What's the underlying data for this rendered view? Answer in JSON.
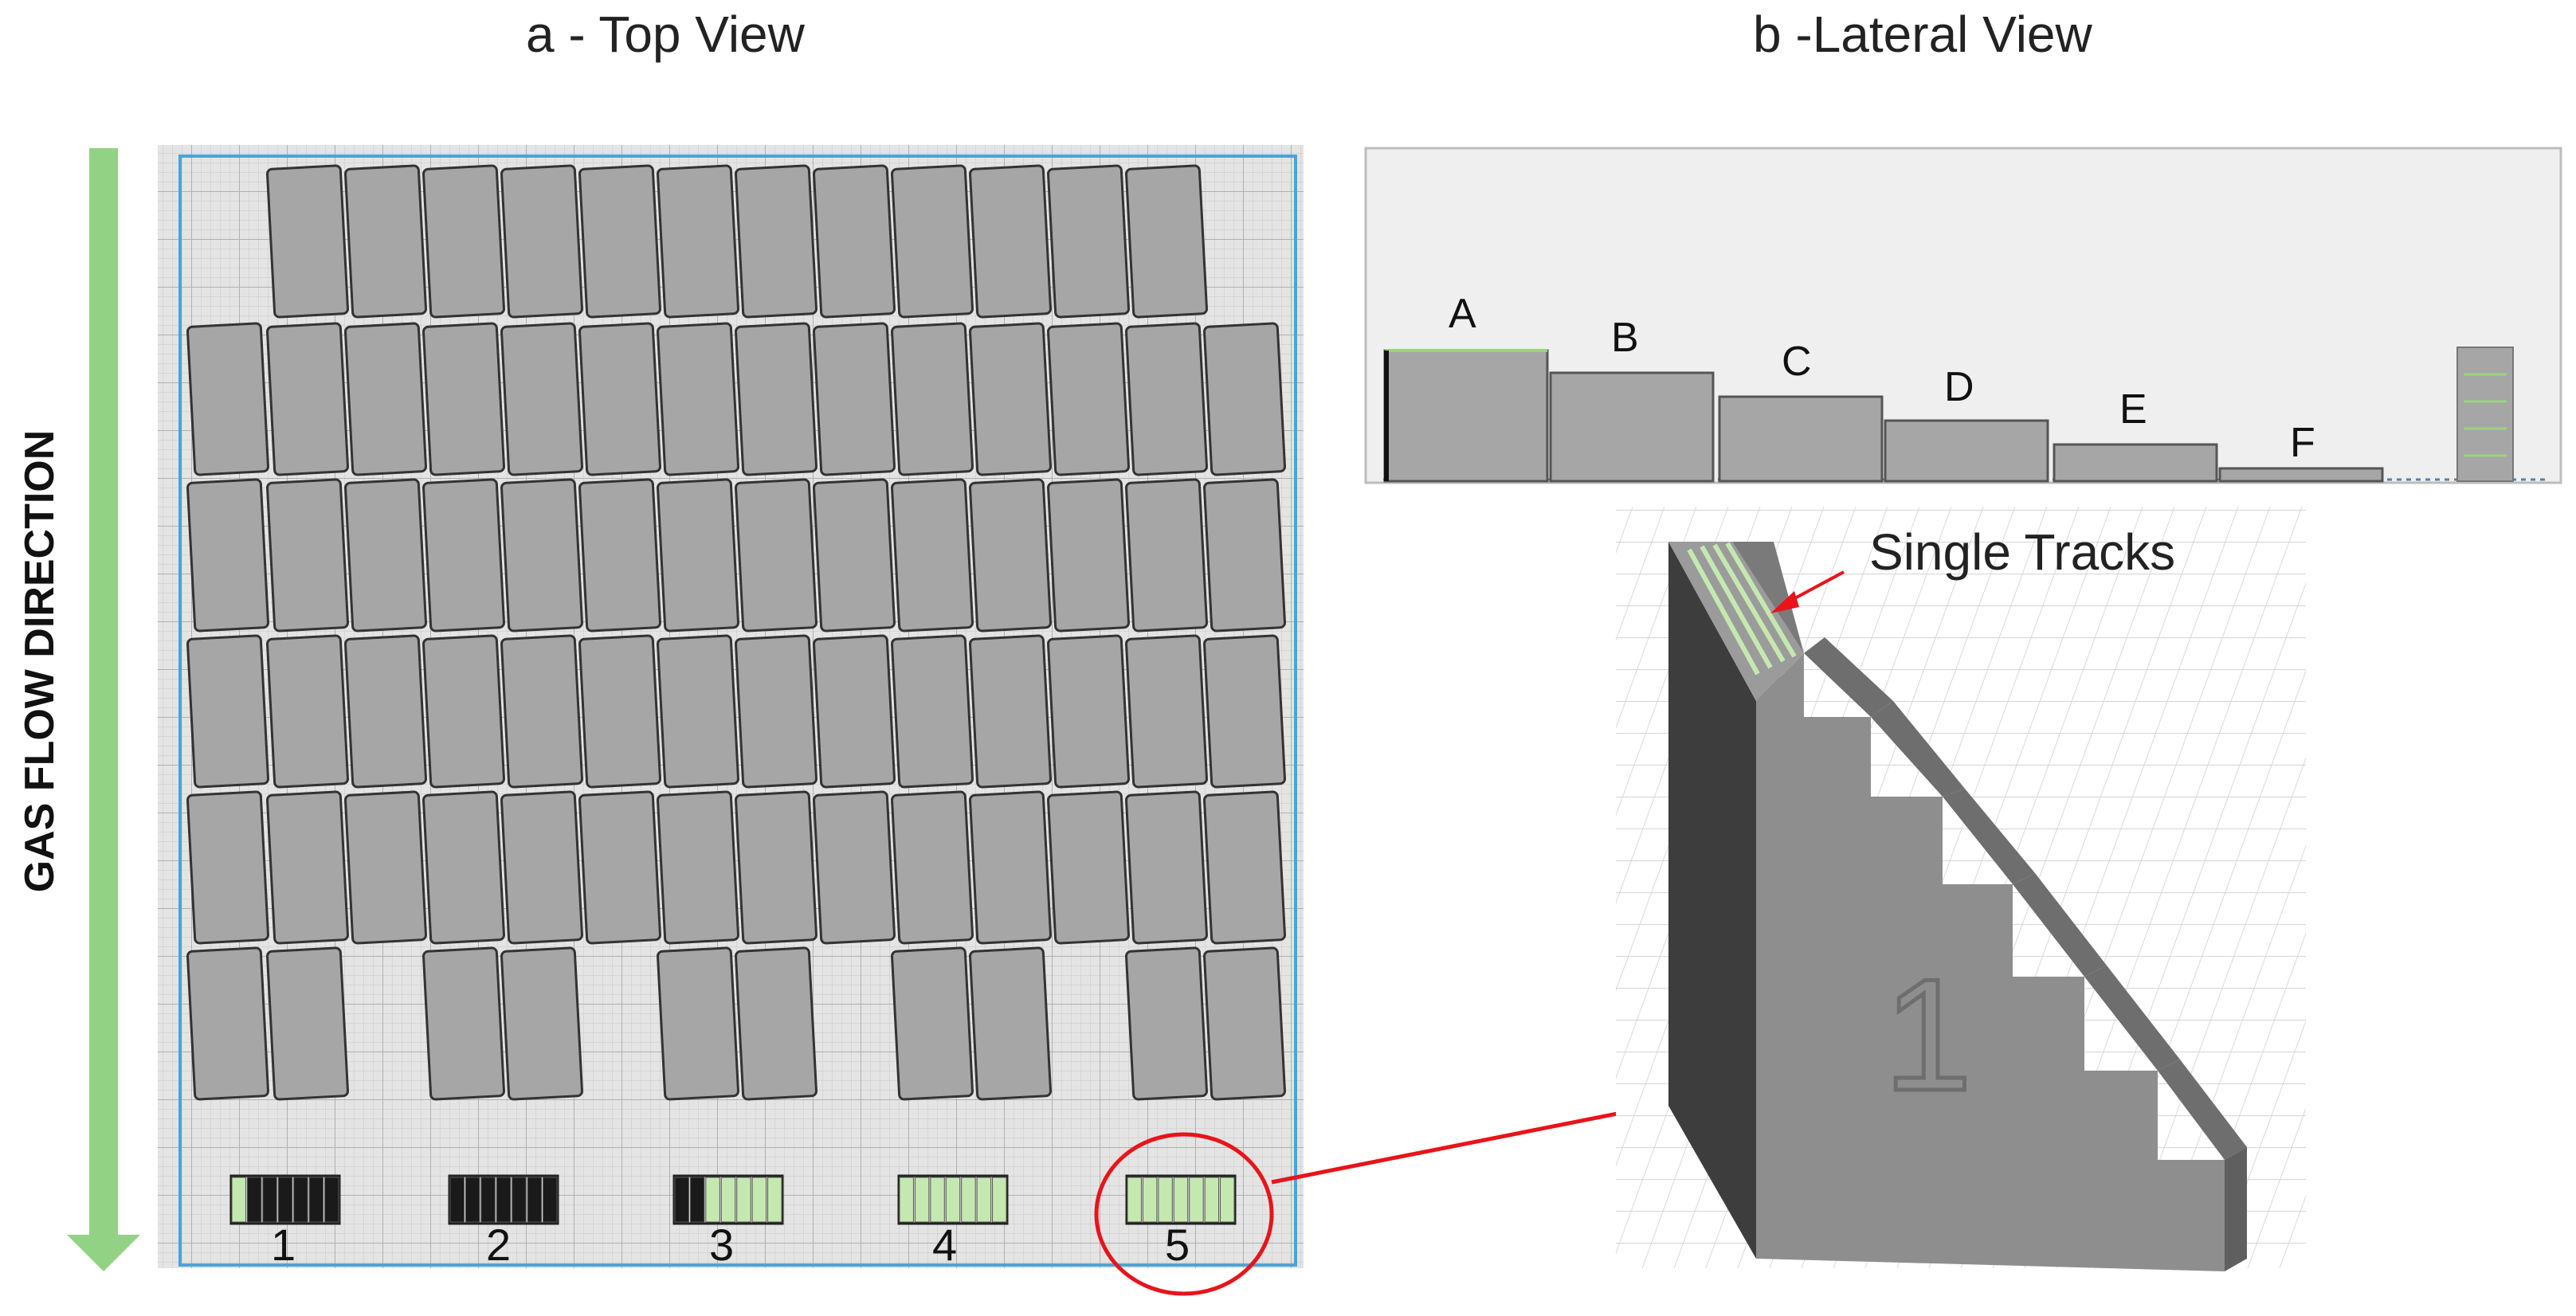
{
  "titles": {
    "top_view": "a - Top View",
    "lateral_view": "b -Lateral View"
  },
  "gas_flow_label": "GAS FLOW DIRECTION",
  "specimen_numbers": [
    "1",
    "2",
    "3",
    "4",
    "5"
  ],
  "step_letters": [
    "A",
    "B",
    "C",
    "D",
    "E",
    "F"
  ],
  "iso_callout": "Single Tracks",
  "specimen_mark": "1",
  "colors": {
    "arrow_green": "#92d285",
    "plate_outline": "#4da3d9",
    "part_gray": "#a6a6a6",
    "track_green": "#c5e8b0",
    "highlight_red": "#e8141a",
    "dark_part": "#1a1a1a"
  }
}
